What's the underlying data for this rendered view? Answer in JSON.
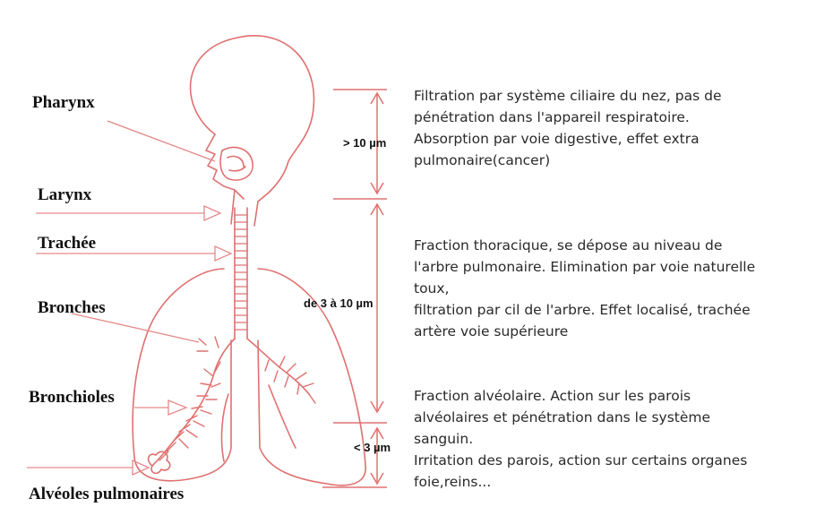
{
  "organs": {
    "pharynx": "Pharynx",
    "larynx": "Larynx",
    "trachee": "Trachée",
    "bronches": "Bronches",
    "bronchioles": "Bronchioles",
    "alveoles": "Alvéoles pulmonaires"
  },
  "sizes": {
    "large": "> 10 µm",
    "medium": "de 3 à 10 µm",
    "small": "< 3 µm"
  },
  "descriptions": {
    "large": [
      "Filtration par système ciliaire du nez, pas de",
      "pénétration dans l'appareil respiratoire.",
      "Absorption par voie digestive, effet extra",
      "pulmonaire(cancer)"
    ],
    "medium": [
      "Fraction thoracique, se dépose au niveau de",
      "l'arbre pulmonaire. Elimination par voie naturelle",
      "toux,",
      "filtration par cil de l'arbre. Effet localisé, trachée",
      "artère voie supérieure"
    ],
    "small": [
      "Fraction alvéolaire. Action sur les parois",
      "alvéolaires et pénétration dans le système",
      "sanguin.",
      "Irritation des parois, action sur certains organes",
      "foie,reins..."
    ]
  },
  "colors": {
    "drawing": "#e07070",
    "arrow": "#e58a8a",
    "text": "#2a2a2a"
  }
}
